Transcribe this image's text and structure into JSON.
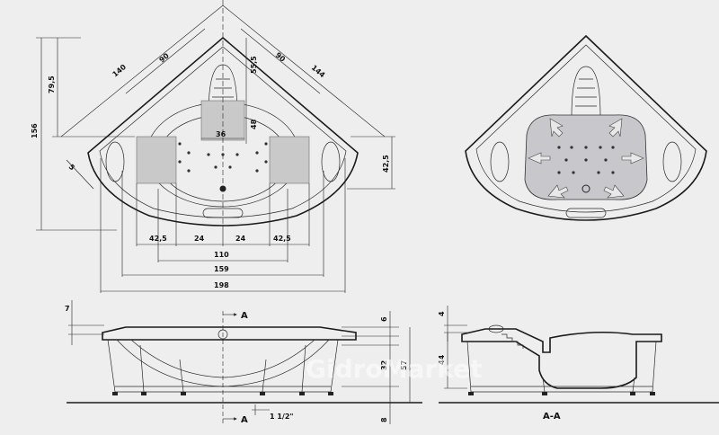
{
  "top_view": {
    "width_dims": [
      "42,5",
      "24",
      "24",
      "42,5"
    ],
    "overall_dims": [
      "110",
      "159",
      "198"
    ],
    "diag_dims": [
      "140",
      "90",
      "90",
      "144"
    ],
    "vertical_dims": [
      "156",
      "79,5",
      "55,5",
      "48"
    ],
    "inner_dim": "36",
    "small_dim": "5",
    "right_dim": "42,5"
  },
  "side_view": {
    "left_dim": "7",
    "section_marker": "A",
    "heights": [
      "6",
      "32",
      "57",
      "8"
    ],
    "pipe": "1 1/2\""
  },
  "section_view": {
    "heights": [
      "4",
      "44"
    ],
    "label": "A-A"
  },
  "watermark": "GidroMarket"
}
